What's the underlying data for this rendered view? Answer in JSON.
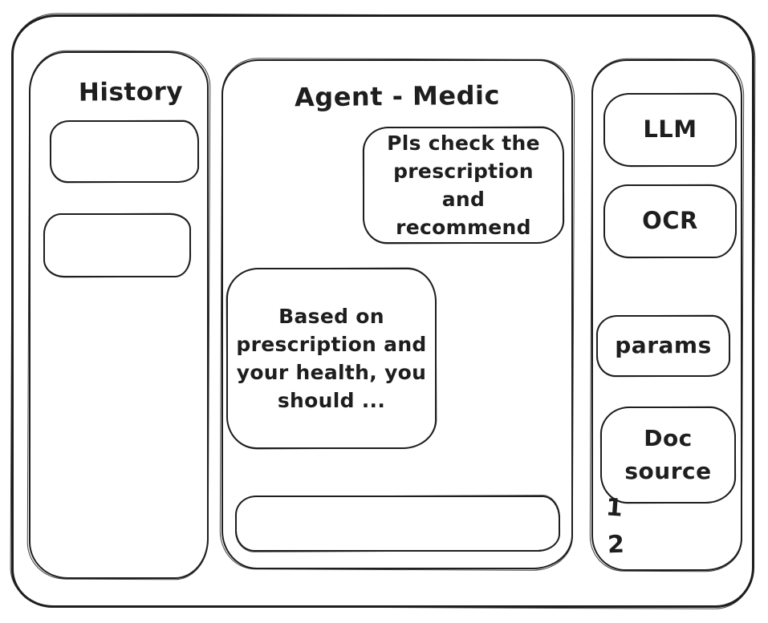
{
  "app": {
    "stroke_color": "#1e1e1e",
    "background_color": "#ffffff"
  },
  "sidebar_left": {
    "title": "History",
    "item_count": 2
  },
  "main": {
    "title": "Agent - Medic",
    "messages": [
      {
        "role": "user",
        "text": "Pls check the prescription and recommend"
      },
      {
        "role": "agent",
        "text": "Based on prescription and your health, you should ..."
      }
    ],
    "input": {
      "value": "",
      "placeholder": ""
    }
  },
  "sidebar_right": {
    "buttons": [
      {
        "label": "LLM"
      },
      {
        "label": "OCR"
      },
      {
        "label": "params"
      },
      {
        "label": "Doc source"
      }
    ],
    "doc_source_items": [
      {
        "label": "1"
      },
      {
        "label": "2"
      }
    ]
  }
}
